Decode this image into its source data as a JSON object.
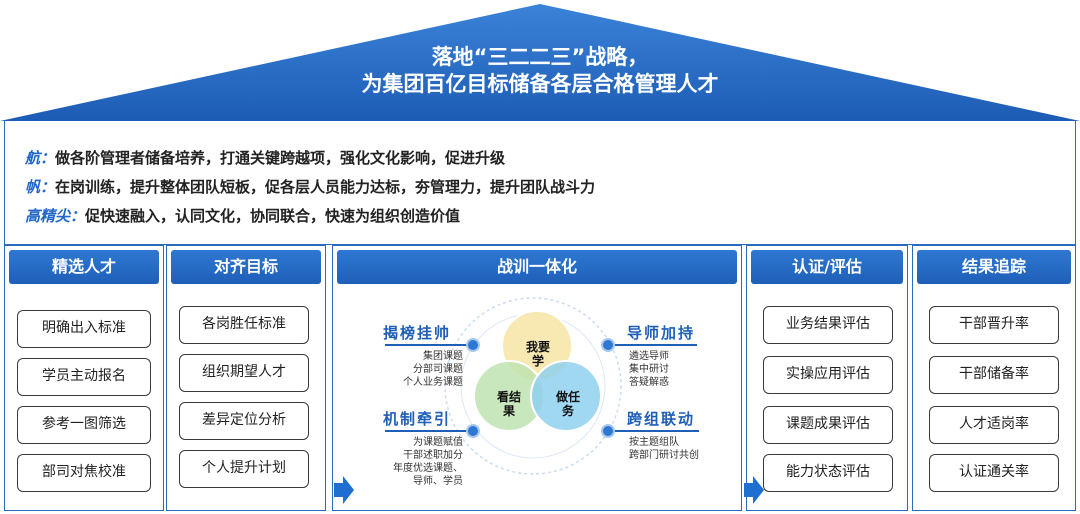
{
  "roof": {
    "title_line1": "落地“三二二三”战略，",
    "title_line2": "为集团百亿目标储备各层合格管理人才"
  },
  "principles": [
    {
      "key": "航：",
      "text": "做各阶管理者储备培养，打通关键跨越项，强化文化影响，促进升级"
    },
    {
      "key": "帆：",
      "text": "在岗训练，提升整体团队短板，促各层人员能力达标，夯管理力，提升团队战斗力"
    },
    {
      "key": "高精尖：",
      "text": "促快速融入，认同文化，协同联合，快速为组织创造价值"
    }
  ],
  "pillars": [
    {
      "title": "精选人才",
      "items": [
        "明确出入标准",
        "学员主动报名",
        "参考一图筛选",
        "部司对焦校准"
      ]
    },
    {
      "title": "对齐目标",
      "items": [
        "各岗胜任标准",
        "组织期望人才",
        "差异定位分析",
        "个人提升计划"
      ]
    },
    {
      "title": "战训一体化"
    },
    {
      "title": "认证/评估",
      "items": [
        "业务结果评估",
        "实操应用评估",
        "课题成果评估",
        "能力状态评估"
      ]
    },
    {
      "title": "结果追踪",
      "items": [
        "干部晋升率",
        "干部储备率",
        "人才适岗率",
        "认证通关率"
      ]
    }
  ],
  "center": {
    "venn": [
      "我要\n学",
      "看结\n果",
      "做任\n务"
    ],
    "blocks": [
      {
        "title": "揭榜挂帅",
        "sub": "集团课题\n分部司课题\n个人业务课题"
      },
      {
        "title": "导师加持",
        "sub": "遴选导师\n集中研讨\n答疑解惑"
      },
      {
        "title": "机制牵引",
        "sub": "为课题赋值\n干部述职加分\n年度优选课题、\n导师、学员"
      },
      {
        "title": "跨组联动",
        "sub": "按主题组队\n跨部门研讨共创"
      }
    ]
  },
  "colors": {
    "primary": "#1f5fb8",
    "accent": "#2e78d2",
    "venn_yellow": "#f6e7a8",
    "venn_green": "#bfe3b0",
    "venn_blue": "#8fd0ef"
  }
}
